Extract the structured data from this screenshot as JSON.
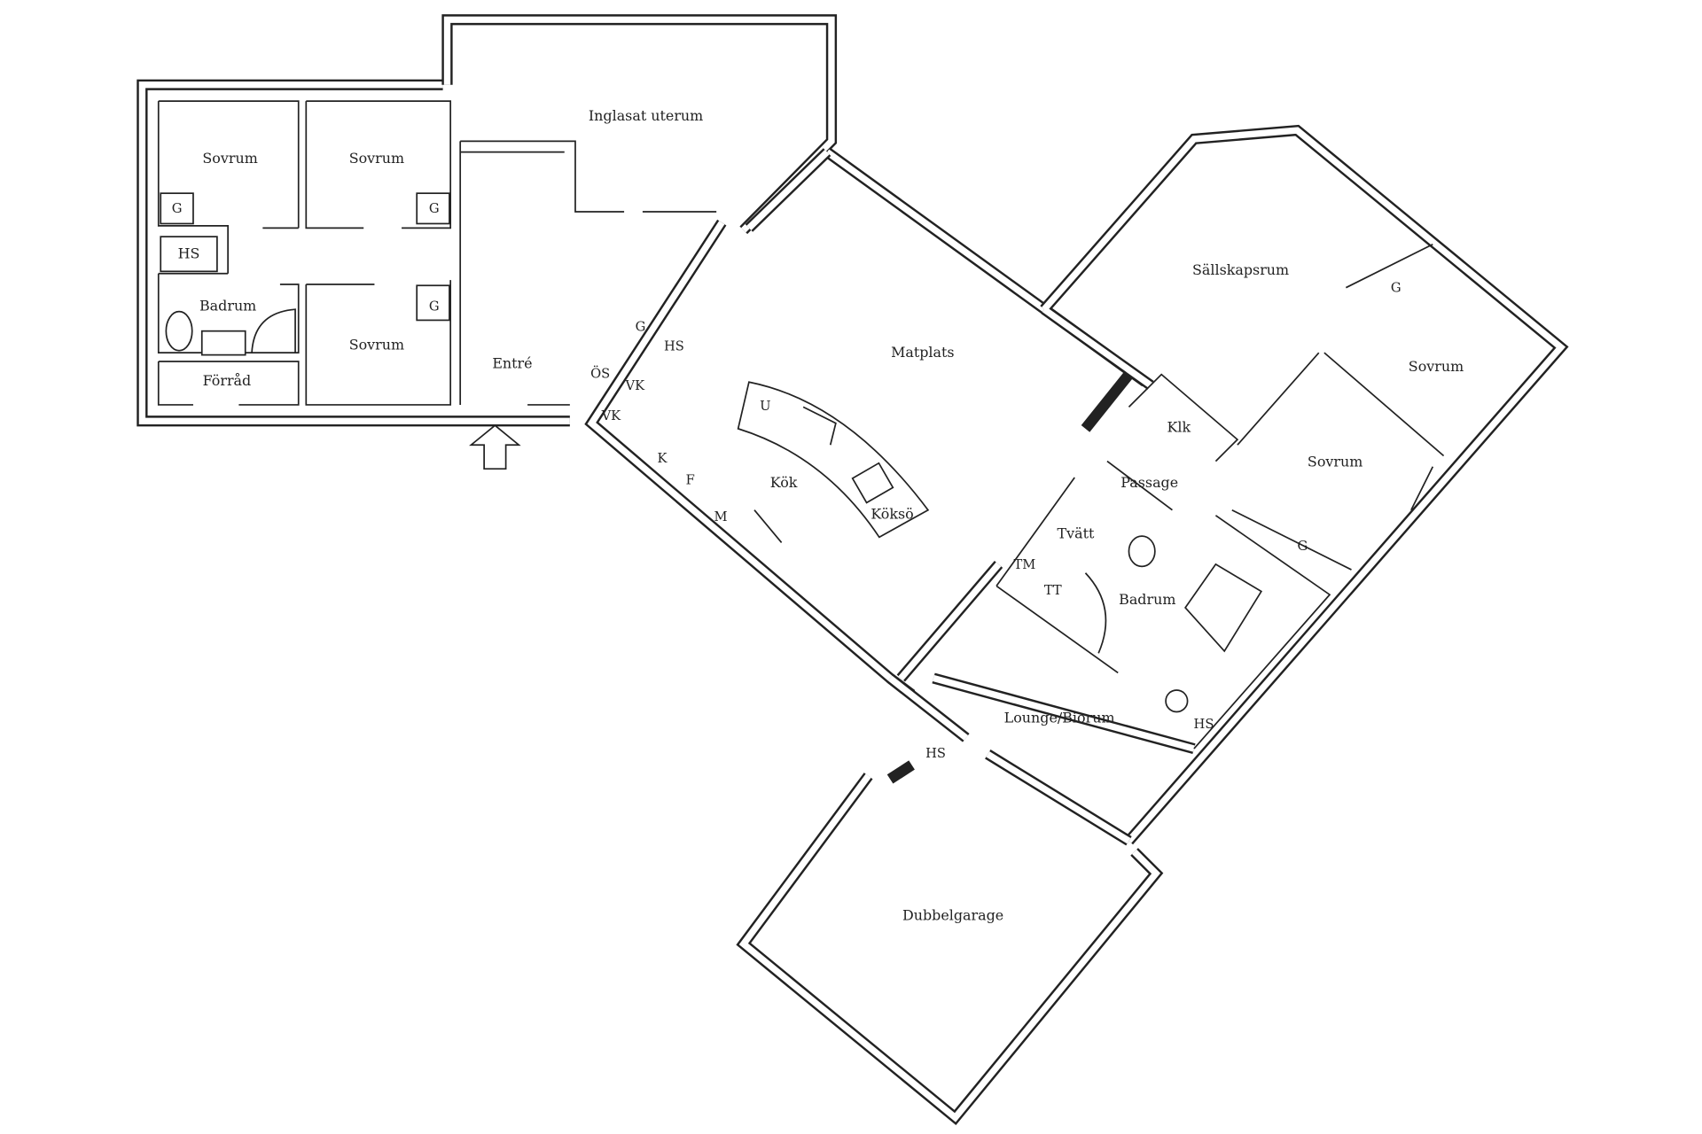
{
  "plan": {
    "rooms": {
      "sovrum_1": "Sovrum",
      "sovrum_2": "Sovrum",
      "sovrum_3": "Sovrum",
      "badrum_left": "Badrum",
      "forrad": "Förråd",
      "hs_left": "HS",
      "entre": "Entré",
      "inglasat_uterum": "Inglasat uterum",
      "matplats": "Matplats",
      "kok": "Kök",
      "koksö": "Köksö",
      "sallskapsrum": "Sällskapsrum",
      "sovrum_4": "Sovrum",
      "sovrum_5": "Sovrum",
      "klk": "Klk",
      "passage": "Passage",
      "tvatt": "Tvätt",
      "badrum_right": "Badrum",
      "lounge": "Lounge/Biorum",
      "dubbelgarage": "Dubbelgarage"
    },
    "fixtures": {
      "g1": "G",
      "g2": "G",
      "g3": "G",
      "g4": "G",
      "g5": "G",
      "g6": "G",
      "os": "ÖS",
      "vk1": "VK",
      "vk2": "VK",
      "hs_kitchen": "HS",
      "k": "K",
      "f": "F",
      "m": "M",
      "u": "U",
      "tm": "TM",
      "tt": "TT",
      "hs_bath": "HS",
      "hs_garage": "HS"
    },
    "entrance_icon": "arrow-up-icon"
  }
}
